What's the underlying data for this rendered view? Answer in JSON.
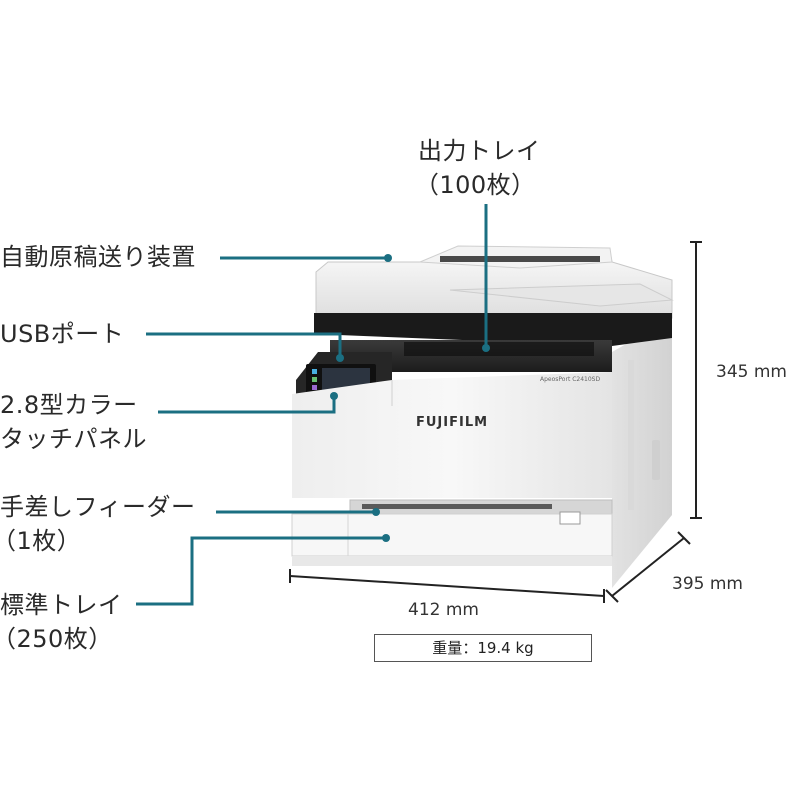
{
  "labels": {
    "output_tray": {
      "line1": "出力トレイ",
      "line2": "（100枚）"
    },
    "adf": "自動原稿送り装置",
    "usb": "USBポート",
    "touch_panel": {
      "line1": "2.8型カラー",
      "line2": "タッチパネル"
    },
    "manual_feeder": {
      "line1": "手差しフィーダー",
      "line2": "（1枚）"
    },
    "standard_tray": {
      "line1": "標準トレイ",
      "line2": "（250枚）"
    }
  },
  "dimensions": {
    "height": "345 mm",
    "depth": "395 mm",
    "width": "412 mm"
  },
  "weight": {
    "label": "重量",
    "value": "19.4 kg"
  },
  "printer": {
    "brand": "FUJIFILM",
    "model": "ApeosPort C2410SD"
  },
  "colors": {
    "callout_line": "#1b6f82",
    "dimension_line": "#222222"
  }
}
